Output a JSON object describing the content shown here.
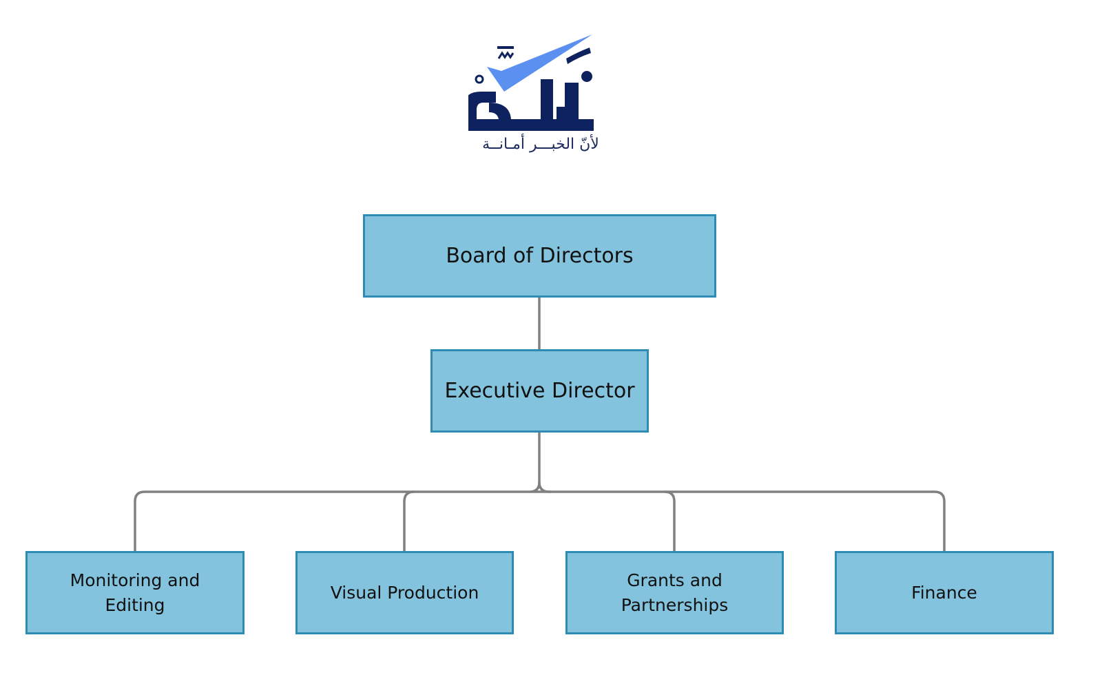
{
  "logo": {
    "wordmark": "تأكد",
    "tagline": "لأنّ الخبـــر أمـانــة",
    "colors": {
      "navy": "#0f2260",
      "blue": "#5b8ff0"
    },
    "icon": "checkmark-icon"
  },
  "org_chart": {
    "root": {
      "label": "Board of Directors"
    },
    "executive": {
      "label": "Executive Director"
    },
    "departments": [
      {
        "label": "Monitoring and Editing"
      },
      {
        "label": "Visual Production"
      },
      {
        "label": "Grants and Partnerships"
      },
      {
        "label": "Finance"
      }
    ]
  },
  "colors": {
    "box_fill": "#84c3dd",
    "box_border": "#2e8bb3",
    "connector": "#808080"
  }
}
